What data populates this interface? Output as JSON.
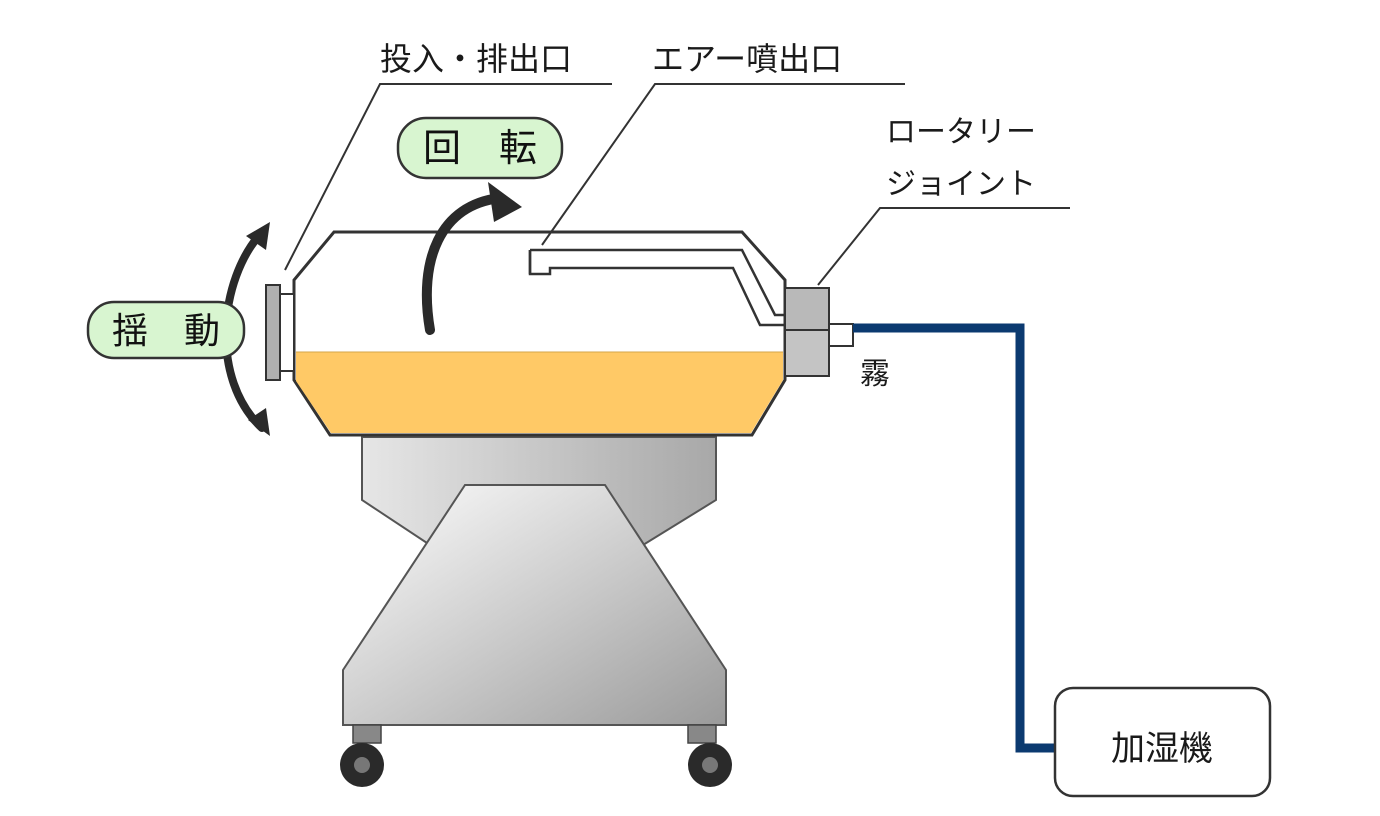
{
  "labels": {
    "inlet_outlet": "投入・排出口",
    "air_nozzle": "エアー噴出口",
    "rotary_joint_line1": "ロータリー",
    "rotary_joint_line2": "ジョイント",
    "rotation": "回　転",
    "rocking": "揺　動",
    "mist": "霧",
    "humidifier": "加湿機"
  },
  "colors": {
    "powder": "#FFC966",
    "green_label": "#D8F5D0",
    "hose": "#0B3A70",
    "outline": "#333333"
  }
}
